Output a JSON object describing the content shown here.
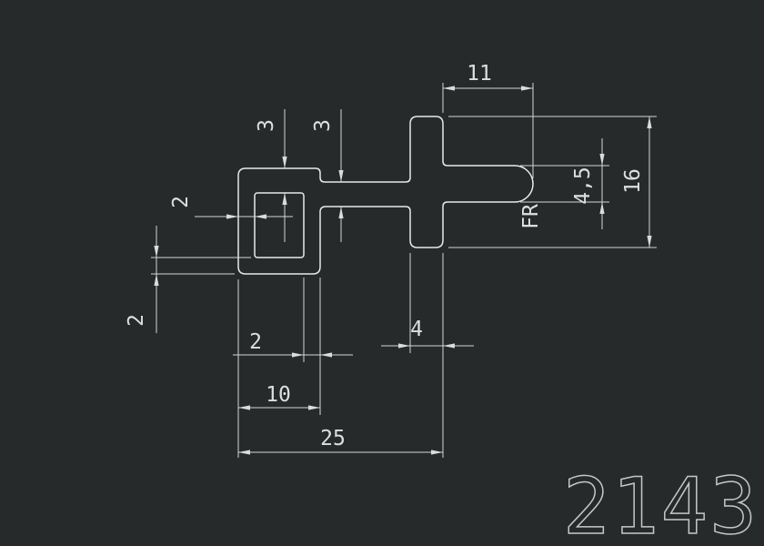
{
  "colors": {
    "background": "#262a2b",
    "line": "#e7eaeb",
    "dimension": "#d3d7d8",
    "part_number": "#c3c7c8"
  },
  "drawing": {
    "part_number": "2143",
    "radius_label": "FR",
    "dims": {
      "top_width": "11",
      "wall_top": "3",
      "web_thickness": "3",
      "wall_left": "2",
      "wall_bottom": "2",
      "arm_height": "4,5",
      "total_height": "16",
      "bar_width": "4",
      "wall_right": "2",
      "block_width": "10",
      "total_width": "25"
    }
  }
}
